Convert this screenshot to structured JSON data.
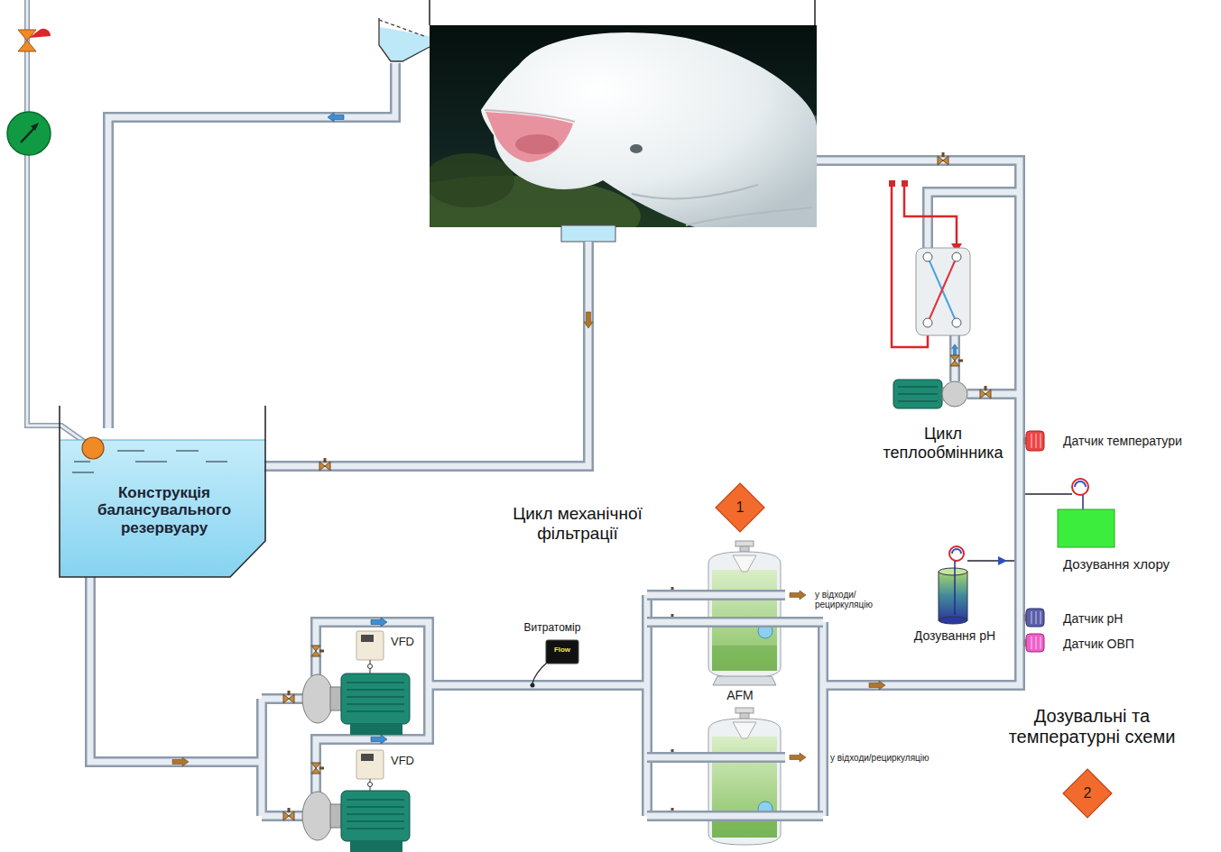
{
  "diagram": {
    "nodes": [
      {
        "text": [
          "Конструкція балансувального резервуару"
        ]
      },
      {
        "text": [
          "1"
        ]
      },
      {
        "text": [
          "Витратомір",
          "Flow"
        ]
      },
      {
        "text": [
          "VFD"
        ]
      },
      {
        "text": [
          "VFD"
        ]
      },
      {
        "text": [
          "Датчик температури"
        ]
      },
      {
        "text": [
          "Дозування хлору"
        ]
      },
      {
        "text": [
          "Дозування pH"
        ]
      },
      {
        "text": [
          "Датчик pH"
        ]
      },
      {
        "text": [
          "Датчик ОВП"
        ]
      },
      {
        "text": [
          "2"
        ]
      }
    ],
    "labels": [
      "Цикл механічної фільтрації",
      "у відходи/ рециркуляцію",
      "у відходи/рециркуляцію",
      "AFM",
      "Цикл теплообмінника",
      "Дозувальні та температурні схеми"
    ]
  }
}
